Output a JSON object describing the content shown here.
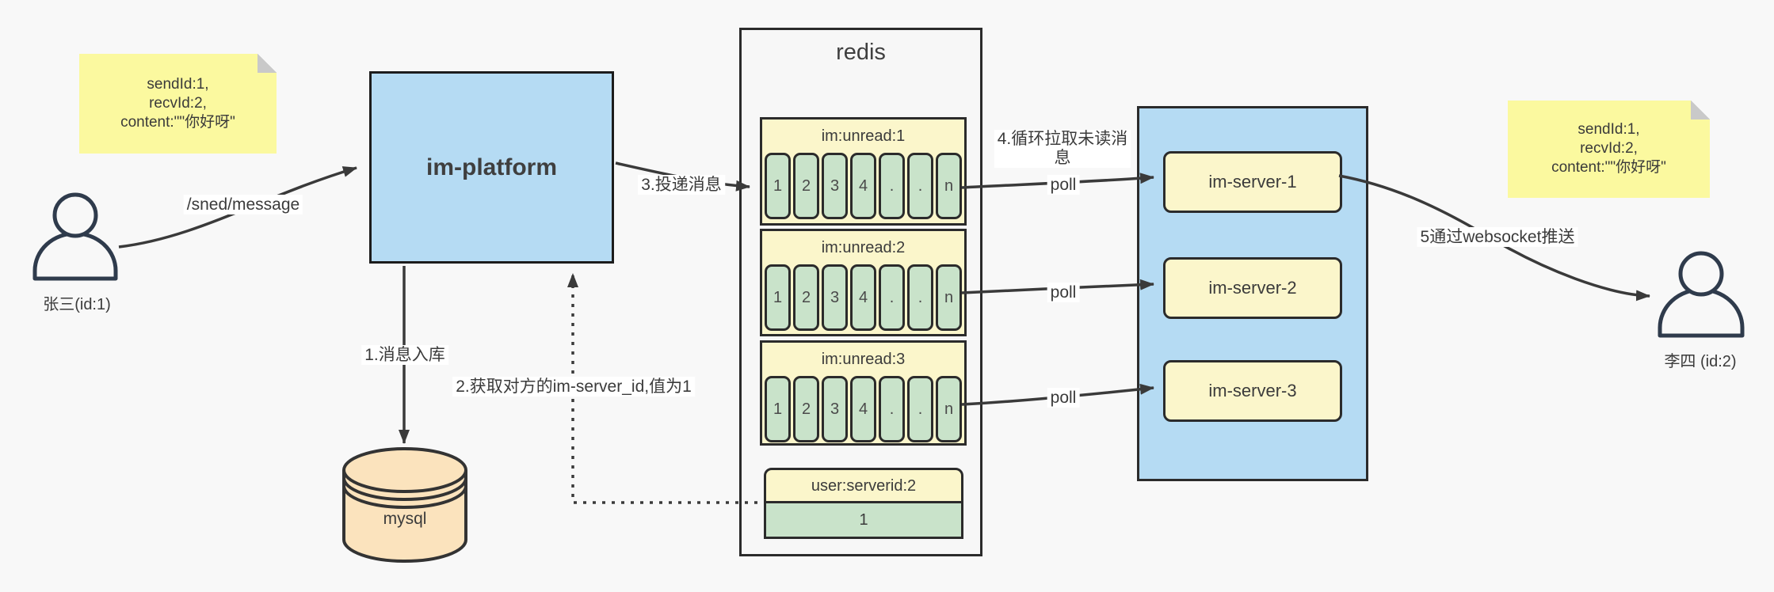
{
  "diagram": {
    "note_left": {
      "lines": [
        "sendId:1,",
        "recvId:2,",
        "content:\"\"你好呀\""
      ]
    },
    "note_right": {
      "lines": [
        "sendId:1,",
        "recvId:2,",
        "content:\"\"你好呀\""
      ]
    },
    "actors": {
      "sender": {
        "label": "张三(id:1)"
      },
      "receiver": {
        "label": "李四 (id:2)"
      }
    },
    "platform": {
      "label": "im-platform"
    },
    "database": {
      "label": "mysql"
    },
    "redis": {
      "title": "redis",
      "queues": [
        {
          "name": "im:unread:1",
          "cells": [
            "1",
            "2",
            "3",
            "4",
            ".",
            ".",
            "n"
          ]
        },
        {
          "name": "im:unread:2",
          "cells": [
            "1",
            "2",
            "3",
            "4",
            ".",
            ".",
            "n"
          ]
        },
        {
          "name": "im:unread:3",
          "cells": [
            "1",
            "2",
            "3",
            "4",
            ".",
            ".",
            "n"
          ]
        }
      ],
      "mapping": {
        "name": "user:serverid:2",
        "value": "1"
      }
    },
    "servers": [
      {
        "label": "im-server-1"
      },
      {
        "label": "im-server-2"
      },
      {
        "label": "im-server-3"
      }
    ],
    "edges": {
      "send": "/sned/message",
      "step1": "1.消息入库",
      "step2": "2.获取对方的im-server_id,值为1",
      "step3": "3.投递消息",
      "step4": "4.循环拉取未读消息",
      "step5": "5通过websocket推送",
      "poll": "poll"
    },
    "colors": {
      "background": "#F8F8F8",
      "blue": "#B5DBF3",
      "note_yellow": "#FBF99F",
      "box_yellow": "#FBF6CB",
      "green": "#C9E3CA",
      "orange": "#FBE3BD",
      "line": "#3A3A3A",
      "person": "#2F3B4C"
    }
  }
}
